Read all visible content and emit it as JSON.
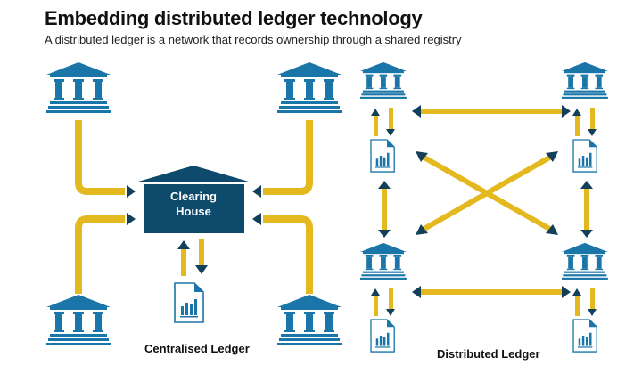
{
  "header": {
    "title": "Embedding distributed ledger technology",
    "subtitle": "A distributed ledger is a network that records ownership through a shared registry"
  },
  "centralised": {
    "hub_label_line1": "Clearing",
    "hub_label_line2": "House",
    "caption": "Centralised Ledger",
    "banks": [
      "top-left",
      "top-right",
      "bottom-left",
      "bottom-right"
    ]
  },
  "distributed": {
    "caption": "Distributed Ledger",
    "nodes": [
      "top-left",
      "top-right",
      "bottom-left",
      "bottom-right"
    ]
  },
  "colors": {
    "bank_blue": "#1a75a8",
    "hub_navy": "#0e4a6b",
    "arrow_head": "#123f5a",
    "connector_yellow": "#e3b91f",
    "text": "#111111"
  },
  "icons": {
    "bank": "bank-icon",
    "ledger": "ledger-document-icon",
    "hub": "clearing-house-icon"
  }
}
